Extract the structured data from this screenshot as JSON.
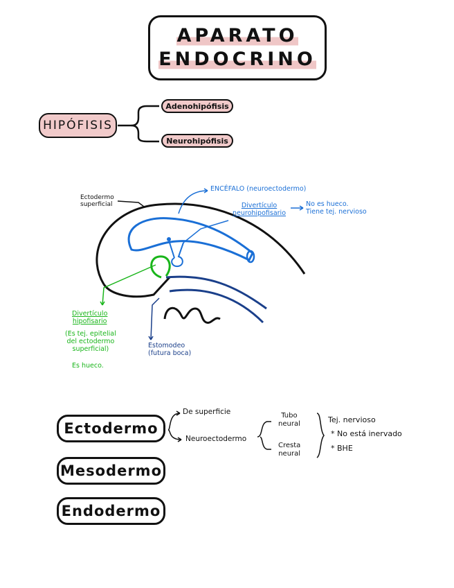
{
  "title": {
    "line1": "APARATO",
    "line2": "ENDOCRINO"
  },
  "hipofisis": {
    "label": "HIPÓFISIS",
    "branches": [
      "Adenohipófisis",
      "Neurohipófisis"
    ]
  },
  "diagram": {
    "ectodermo_superficial": [
      "Ectodermo",
      "superficial"
    ],
    "encefalo": "ENCÉFALO (neuroectodermo)",
    "diverticulo_neuro": [
      "Divertículo",
      "neurohipofisario"
    ],
    "no_hueco": [
      "No es hueco.",
      "Tiene tej. nervioso"
    ],
    "diverticulo_hipo": [
      "Divertículo",
      "hipofisario"
    ],
    "hipo_desc": [
      "(Es tej. epitelial",
      "del ectodermo",
      "superficial)"
    ],
    "es_hueco": "Es hueco.",
    "estomodeo": [
      "Estomodeo",
      "(futura boca)"
    ]
  },
  "layers": {
    "ectodermo": "Ectodermo",
    "mesodermo": "Mesodermo",
    "endodermo": "Endodermo",
    "de_superficie": "De superficie",
    "neuroectodermo": "Neuroectodermo",
    "tubo_neural": [
      "Tubo",
      "neural"
    ],
    "cresta_neural": [
      "Cresta",
      "neural"
    ],
    "notes": [
      "Tej. nervioso",
      "* No está inervado",
      "* BHE"
    ]
  },
  "colors": {
    "highlight": "#efc6c6",
    "blue": "#1a6fd6",
    "navy": "#1a3f8a",
    "green": "#19b51a"
  }
}
